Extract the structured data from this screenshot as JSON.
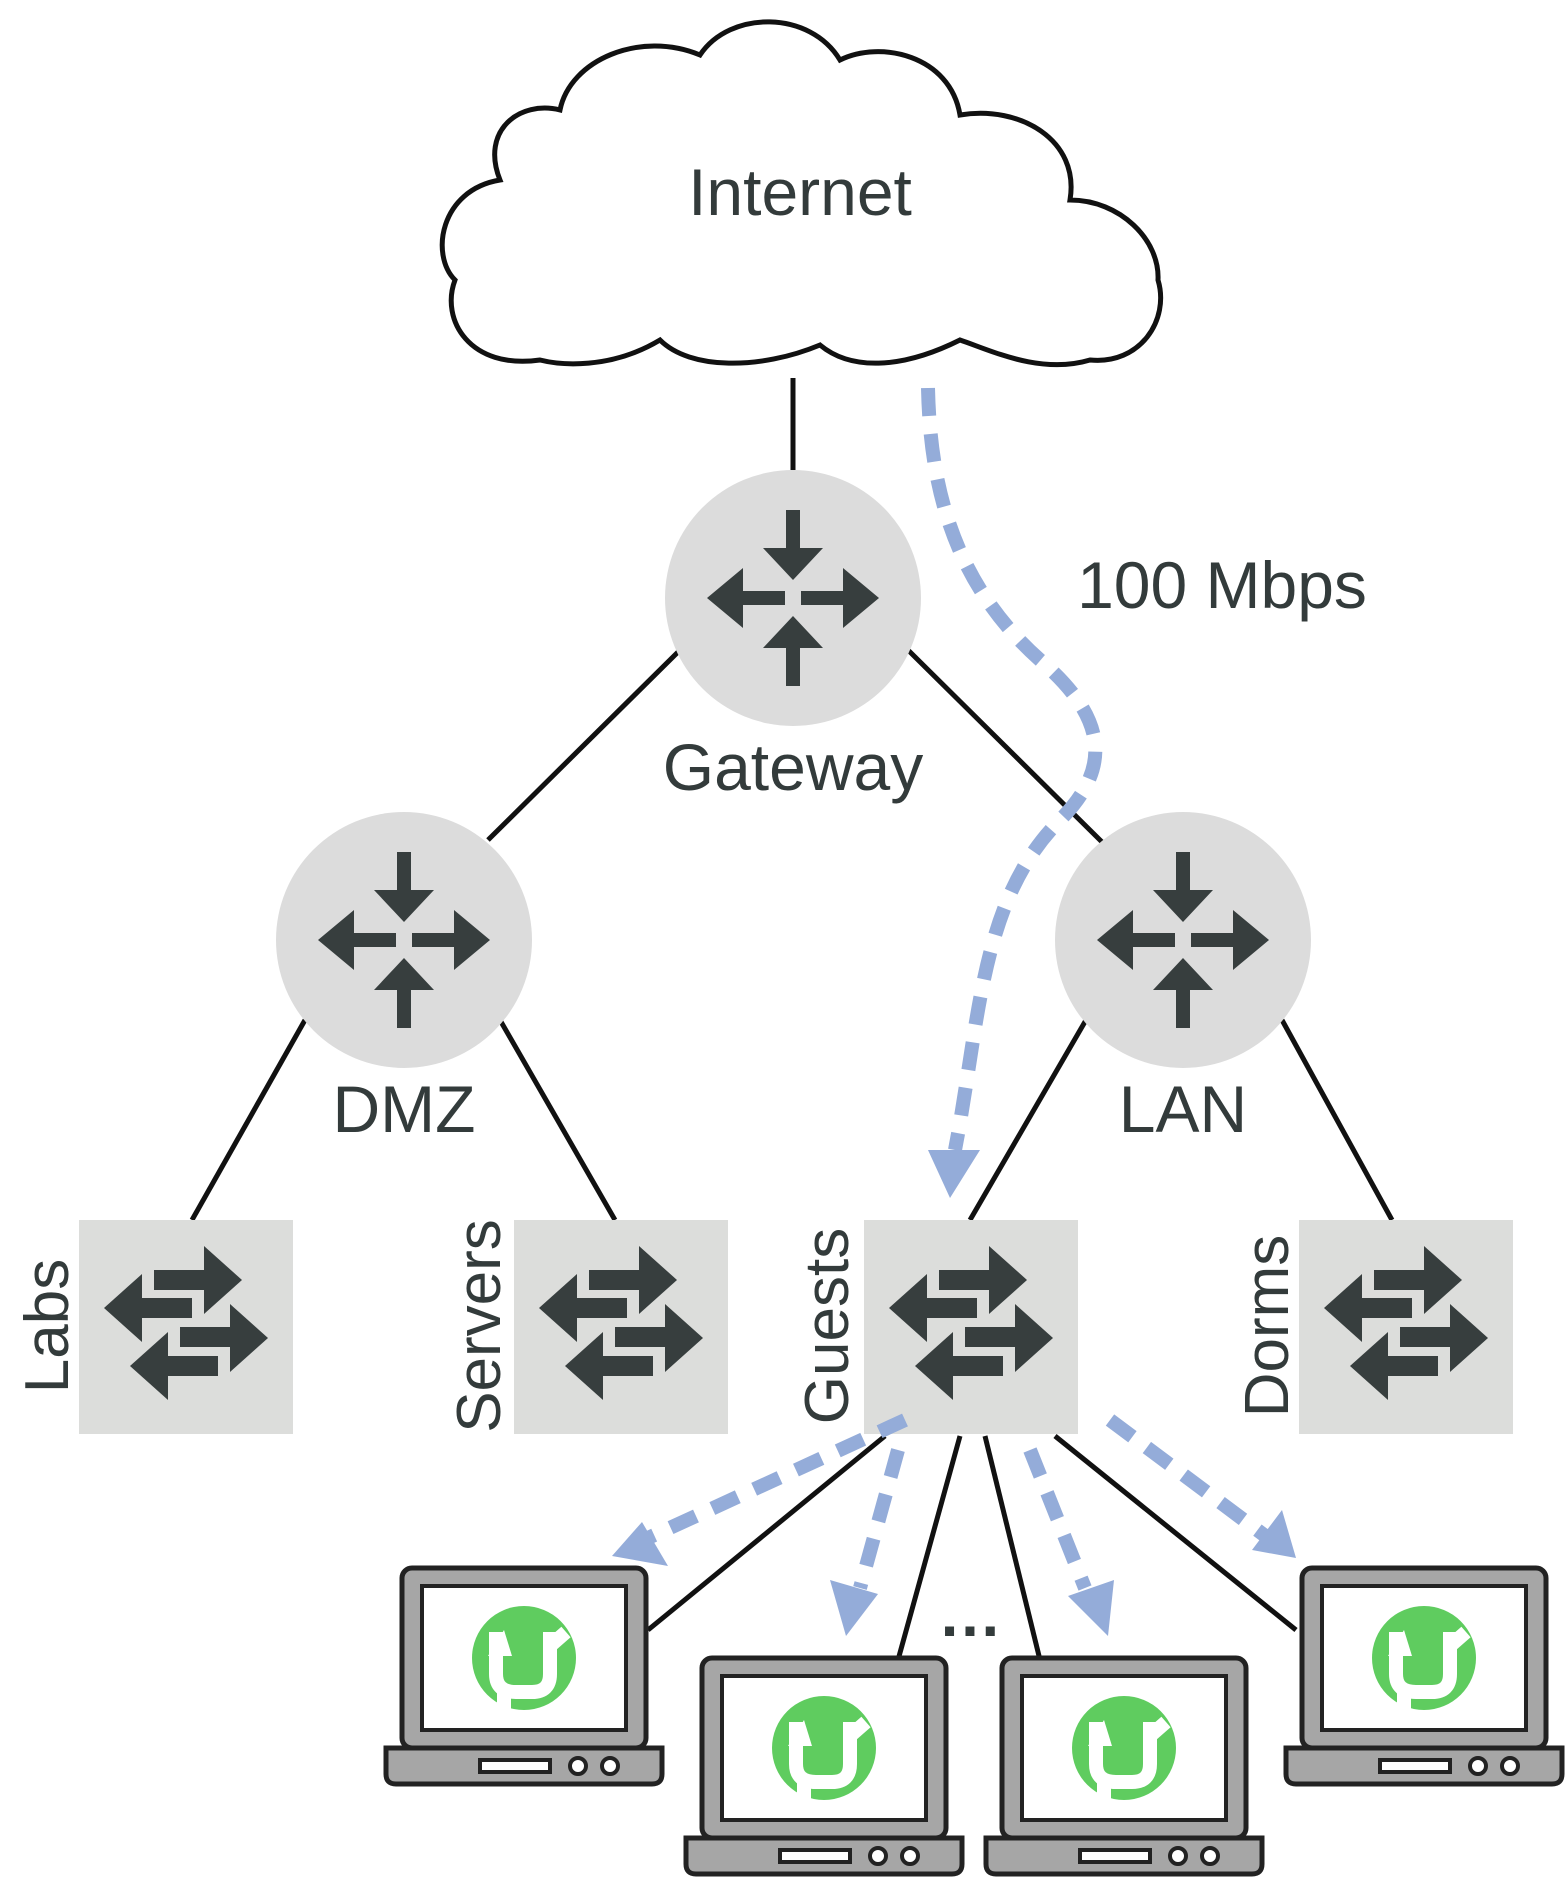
{
  "cloud": {
    "label": "Internet"
  },
  "bandwidth_label": "100 Mbps",
  "routers": [
    {
      "id": "gateway",
      "label": "Gateway"
    },
    {
      "id": "dmz",
      "label": "DMZ"
    },
    {
      "id": "lan",
      "label": "LAN"
    }
  ],
  "switches": [
    {
      "id": "labs",
      "label": "Labs"
    },
    {
      "id": "servers",
      "label": "Servers"
    },
    {
      "id": "guests",
      "label": "Guests"
    },
    {
      "id": "dorms",
      "label": "Dorms"
    }
  ],
  "ellipsis": "…",
  "colors": {
    "router_fill": "#dcdcdc",
    "switch_fill": "#dcdddb",
    "icon": "#373e3e",
    "line": "#111111",
    "flow_arrow": "#94acd9",
    "torrent_green": "#5fcc5f",
    "laptop_body": "#a6a6a6"
  },
  "icons": {
    "router": "router-arrows-icon",
    "switch": "switch-arrows-icon",
    "torrent": "utorrent-icon",
    "laptop": "laptop-icon"
  }
}
